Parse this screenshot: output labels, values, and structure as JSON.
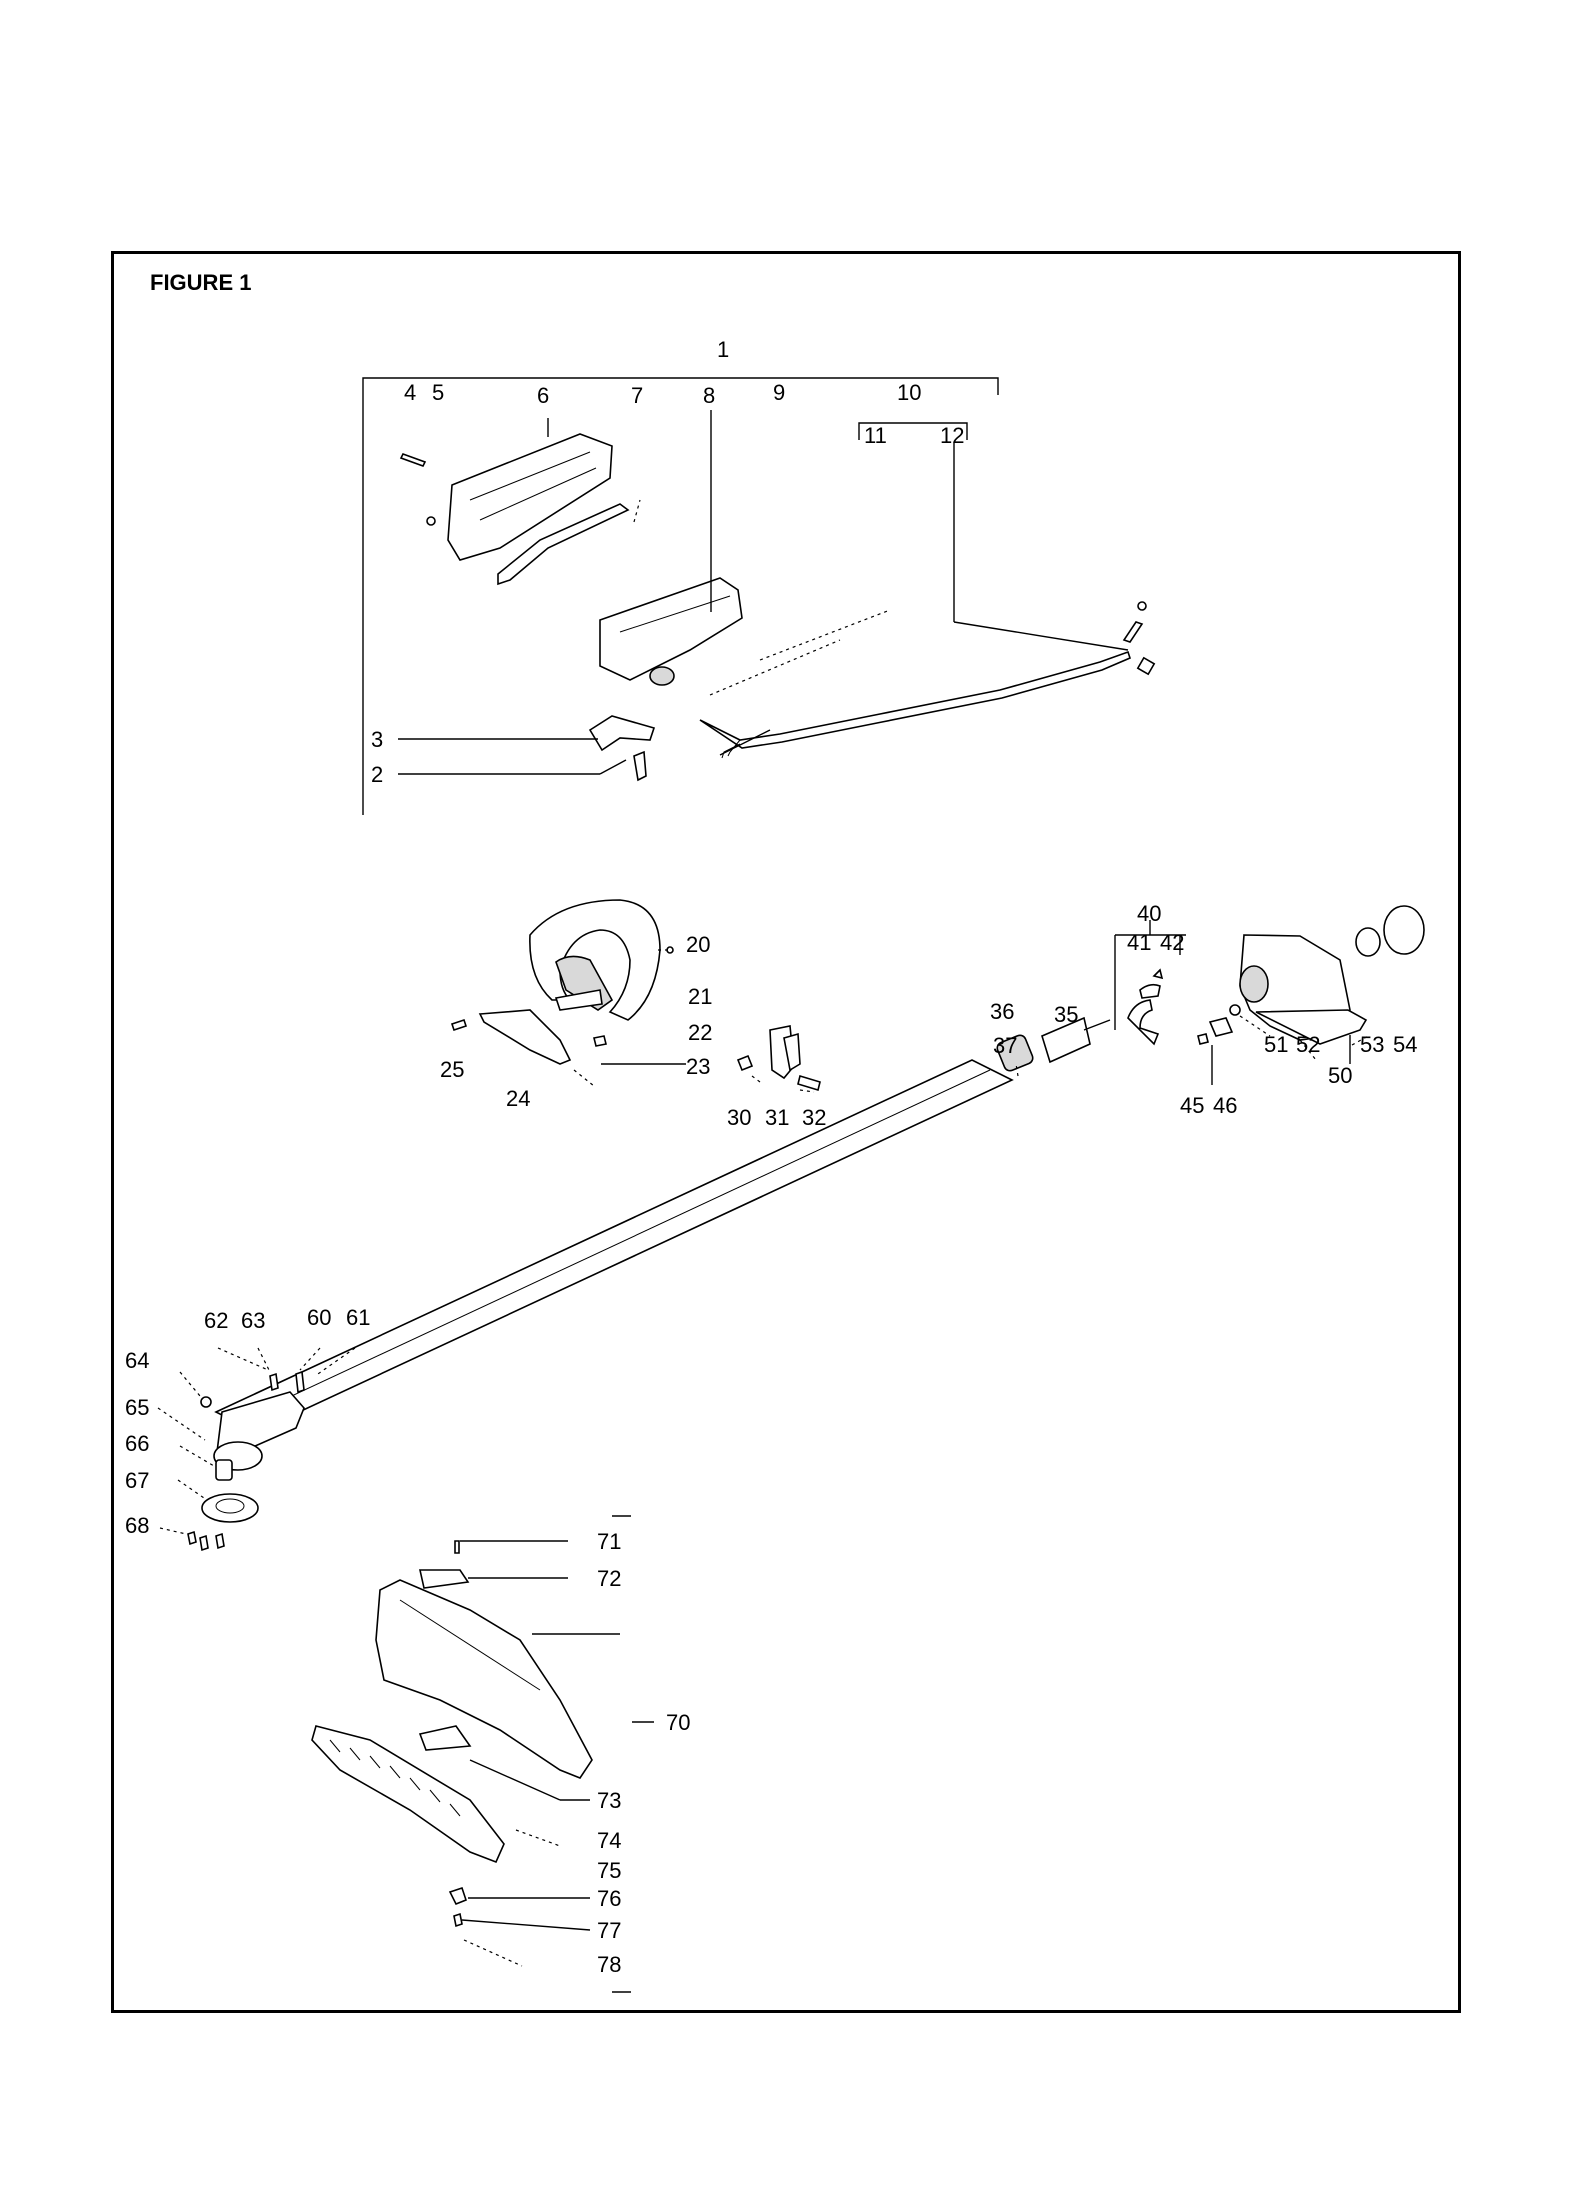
{
  "figure": {
    "title": "FIGURE 1"
  },
  "labels": [
    "1",
    "4",
    "5",
    "6",
    "7",
    "8",
    "9",
    "10",
    "11",
    "12",
    "3",
    "2",
    "20",
    "21",
    "22",
    "23",
    "24",
    "25",
    "30",
    "31",
    "32",
    "36",
    "37",
    "35",
    "40",
    "41",
    "42",
    "45",
    "46",
    "51",
    "52",
    "50",
    "53",
    "54",
    "62",
    "63",
    "60",
    "61",
    "64",
    "65",
    "66",
    "67",
    "68",
    "71",
    "72",
    "70",
    "73",
    "74",
    "75",
    "76",
    "77",
    "78"
  ]
}
